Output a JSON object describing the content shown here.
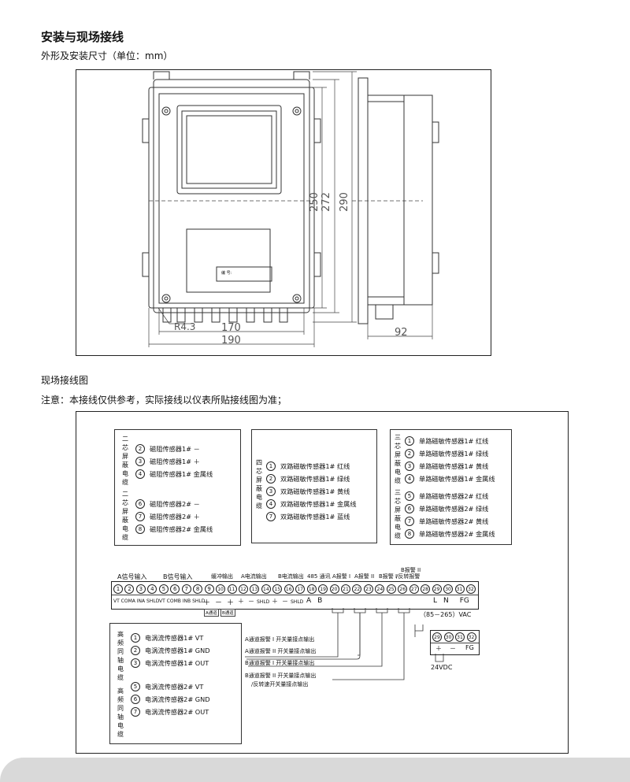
{
  "heading": "安装与现场接线",
  "subheading": "外形及安装尺寸（单位：mm）",
  "dims": {
    "d250": "250",
    "d272": "272",
    "d290": "290",
    "r43": "R4.3",
    "d170": "170",
    "d190": "190",
    "d92": "92",
    "plate": "编    号:"
  },
  "section_title": "现场接线图",
  "note": "注意：本接线仅供参考，实际接线以仪表所贴接线图为准；",
  "box1": {
    "cable_a": [
      "二",
      "芯",
      "屏",
      "蔽",
      "电",
      "缆"
    ],
    "cable_b": [
      "二",
      "芯",
      "屏",
      "蔽",
      "电",
      "缆"
    ],
    "group_a": [
      {
        "n": "2",
        "t": "磁阻传感器1# －"
      },
      {
        "n": "3",
        "t": "磁阻传感器1# ＋"
      },
      {
        "n": "4",
        "t": "磁阻传感器1# 金属线"
      }
    ],
    "group_b": [
      {
        "n": "6",
        "t": "磁阻传感器2# －"
      },
      {
        "n": "7",
        "t": "磁阻传感器2# ＋"
      },
      {
        "n": "8",
        "t": "磁阻传感器2# 金属线"
      }
    ]
  },
  "box2": {
    "cable": [
      "四",
      "芯",
      "屏",
      "蔽",
      "电",
      "缆"
    ],
    "items": [
      {
        "n": "1",
        "t": "双路磁敏传感器1# 红线"
      },
      {
        "n": "2",
        "t": "双路磁敏传感器1# 绿线"
      },
      {
        "n": "3",
        "t": "双路磁敏传感器1# 黄线"
      },
      {
        "n": "4",
        "t": "双路磁敏传感器1# 金属线"
      },
      {
        "n": "7",
        "t": "双路磁敏传感器1# 蓝线"
      }
    ]
  },
  "box3": {
    "cable_a": [
      "三",
      "芯",
      "屏",
      "蔽",
      "电",
      "缆"
    ],
    "cable_b": [
      "三",
      "芯",
      "屏",
      "蔽",
      "电",
      "缆"
    ],
    "group_a": [
      {
        "n": "1",
        "t": "单路磁敏传感器1# 红线"
      },
      {
        "n": "2",
        "t": "单路磁敏传感器1# 绿线"
      },
      {
        "n": "3",
        "t": "单路磁敏传感器1# 黄线"
      },
      {
        "n": "4",
        "t": "单路磁敏传感器1# 金属线"
      }
    ],
    "group_b": [
      {
        "n": "5",
        "t": "单路磁敏传感器2# 红线"
      },
      {
        "n": "6",
        "t": "单路磁敏传感器2# 绿线"
      },
      {
        "n": "7",
        "t": "单路磁敏传感器2# 黄线"
      },
      {
        "n": "8",
        "t": "单路磁敏传感器2# 金属线"
      }
    ]
  },
  "terminal": {
    "headers": {
      "a_in": "A信号输入",
      "b_in": "B信号输入",
      "buf": "缓冲输出",
      "a_cur": "A电流输出",
      "b_cur": "B电流输出",
      "rs485": "485 通讯",
      "alarm_a1": "A报警 I",
      "alarm_a2": "A报警 II",
      "alarm_b1": "B报警 I",
      "alarm_b2": "B报警 II",
      "alarm_b2_sub": "/反转报警"
    },
    "numbers": [
      "1",
      "2",
      "3",
      "4",
      "5",
      "6",
      "7",
      "8",
      "9",
      "10",
      "11",
      "12",
      "13",
      "14",
      "15",
      "16",
      "17",
      "18",
      "19",
      "20",
      "21",
      "22",
      "23",
      "24",
      "25",
      "26",
      "27",
      "28",
      "29",
      "30",
      "31",
      "32"
    ],
    "sig_a": "VT COMA INA  SHLD",
    "sig_b": "VT COMB INB  SHLD",
    "buf_signs": [
      "＋",
      "－",
      "＋"
    ],
    "a_cur_signs": [
      "＋",
      "－",
      "SHLD"
    ],
    "b_cur_signs": [
      "＋",
      "－",
      "SHLD"
    ],
    "rs485_ab": [
      "A",
      "B"
    ],
    "ac_ln": [
      "L",
      "N",
      "FG"
    ],
    "ach_sub": "A通道",
    "bch_sub": "B通道",
    "vac": "（85－265）VAC"
  },
  "dc_block": {
    "numbers": [
      "29",
      "30",
      "31",
      "32"
    ],
    "signs": [
      "＋",
      "－",
      "",
      "FG"
    ],
    "label": "24VDC"
  },
  "alarm_labels": [
    "A通道报警 I 开关量接点输出",
    "A通道报警 II 开关量接点输出",
    "B通道报警 I 开关量接点输出",
    "B通道报警 II 开关量接点输出",
    "/反转速开关量接点输出"
  ],
  "box4": {
    "cable_a": [
      "高",
      "频",
      "同",
      "轴",
      "电",
      "缆"
    ],
    "cable_b": [
      "高",
      "频",
      "同",
      "轴",
      "电",
      "缆"
    ],
    "group_a": [
      {
        "n": "1",
        "t": "电涡流传感器1# VT"
      },
      {
        "n": "2",
        "t": "电涡流传感器1# GND"
      },
      {
        "n": "3",
        "t": "电涡流传感器1# OUT"
      }
    ],
    "group_b": [
      {
        "n": "5",
        "t": "电涡流传感器2# VT"
      },
      {
        "n": "6",
        "t": "电涡流传感器2# GND"
      },
      {
        "n": "7",
        "t": "电涡流传感器2# OUT"
      }
    ]
  }
}
